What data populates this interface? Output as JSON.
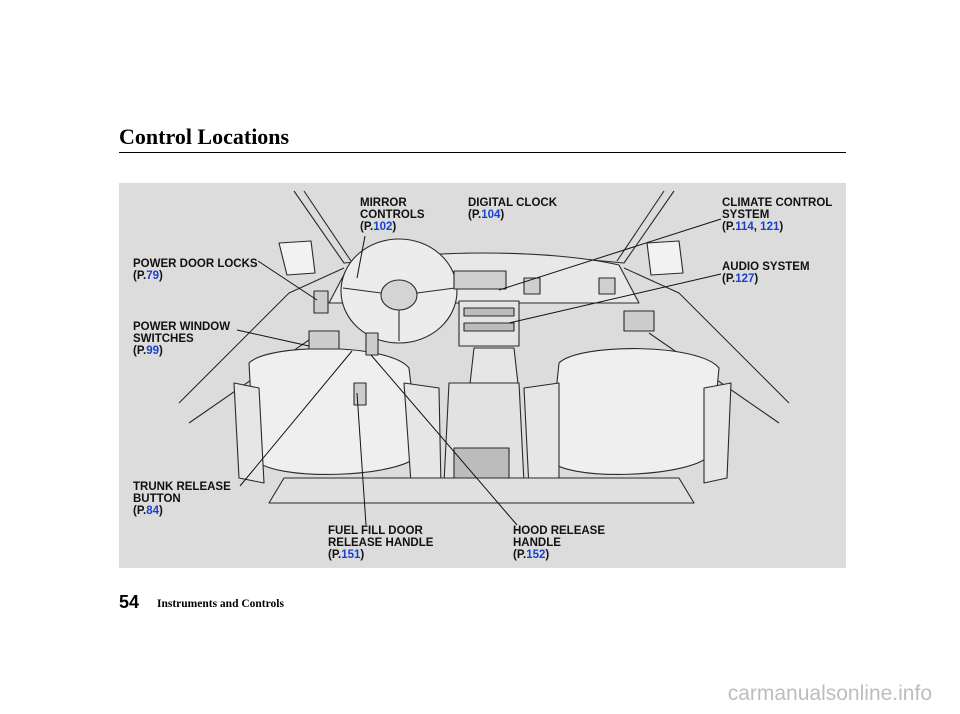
{
  "page": {
    "title": "Control Locations",
    "page_number": "54",
    "section": "Instruments and Controls",
    "watermark": "carmanualsonline.info"
  },
  "callouts": {
    "mirror_controls": {
      "lines": [
        "MIRROR",
        "CONTROLS"
      ],
      "prefix": "(P.",
      "pages": [
        "102"
      ],
      "suffix": ")"
    },
    "digital_clock": {
      "lines": [
        "DIGITAL CLOCK"
      ],
      "prefix": "(P.",
      "pages": [
        "104"
      ],
      "suffix": ")"
    },
    "climate_control": {
      "lines": [
        "CLIMATE CONTROL",
        "SYSTEM"
      ],
      "prefix": "(P.",
      "pages": [
        "114",
        "121"
      ],
      "separator": ", ",
      "suffix": ")"
    },
    "power_door_locks": {
      "lines": [
        "POWER DOOR LOCKS"
      ],
      "prefix": "(P.",
      "pages": [
        "79"
      ],
      "suffix": ")"
    },
    "audio_system": {
      "lines": [
        "AUDIO SYSTEM"
      ],
      "prefix": "(P.",
      "pages": [
        "127"
      ],
      "suffix": ")"
    },
    "power_window": {
      "lines": [
        "POWER WINDOW",
        "SWITCHES"
      ],
      "prefix": "(P.",
      "pages": [
        "99"
      ],
      "suffix": ")"
    },
    "trunk_release": {
      "lines": [
        "TRUNK RELEASE",
        "BUTTON"
      ],
      "prefix": "(P.",
      "pages": [
        "84"
      ],
      "suffix": ")"
    },
    "fuel_fill_door": {
      "lines": [
        "FUEL FILL DOOR",
        "RELEASE HANDLE"
      ],
      "prefix": "(P.",
      "pages": [
        "151"
      ],
      "suffix": ")"
    },
    "hood_release": {
      "lines": [
        "HOOD RELEASE",
        "HANDLE"
      ],
      "prefix": "(P.",
      "pages": [
        "152"
      ],
      "suffix": ")"
    }
  },
  "colors": {
    "link": "#1a3fd0",
    "diagram_background": "#dcdcdc",
    "line_art": "#2a2a2a"
  }
}
